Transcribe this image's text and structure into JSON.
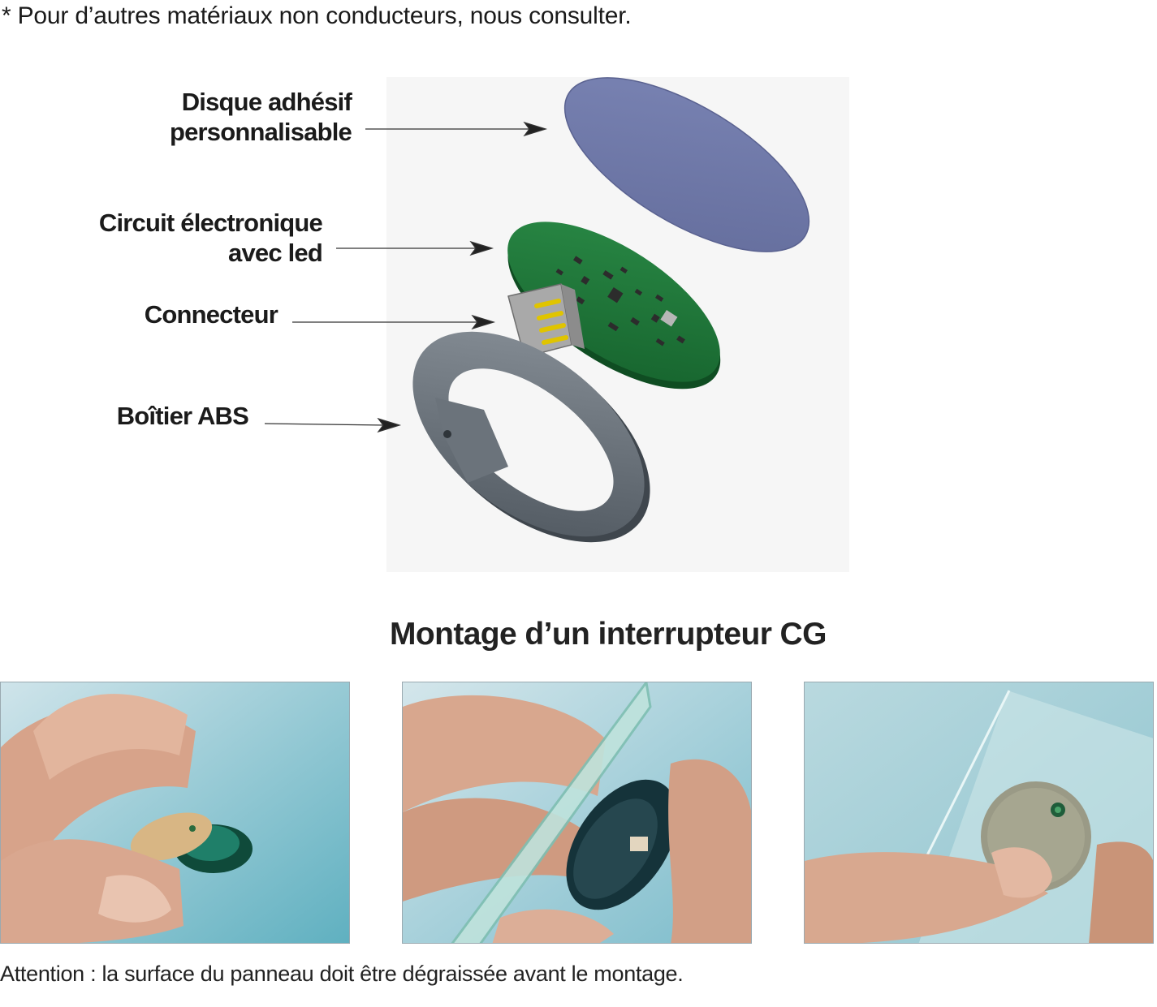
{
  "note": "* Pour d’autres matériaux non conducteurs, nous consulter.",
  "exploded_view": {
    "labels": {
      "disc_line1": "Disque adhésif",
      "disc_line2": "personnalisable",
      "circuit_line1": "Circuit électronique",
      "circuit_line2": "avec led",
      "connector": "Connecteur",
      "housing": "Boîtier ABS"
    },
    "colors": {
      "disc": "#6e78a8",
      "pcb": "#1f7a3a",
      "housing": "#5f6770",
      "connector": "#c9c9c9"
    }
  },
  "section_title": "Montage d’un interrupteur CG",
  "photos": [
    "step-1-peel-adhesive-photo",
    "step-2-apply-to-glass-photo",
    "step-3-mounted-switch-photo"
  ],
  "caption": "Attention : la surface du panneau doit être dégraissée avant le montage."
}
